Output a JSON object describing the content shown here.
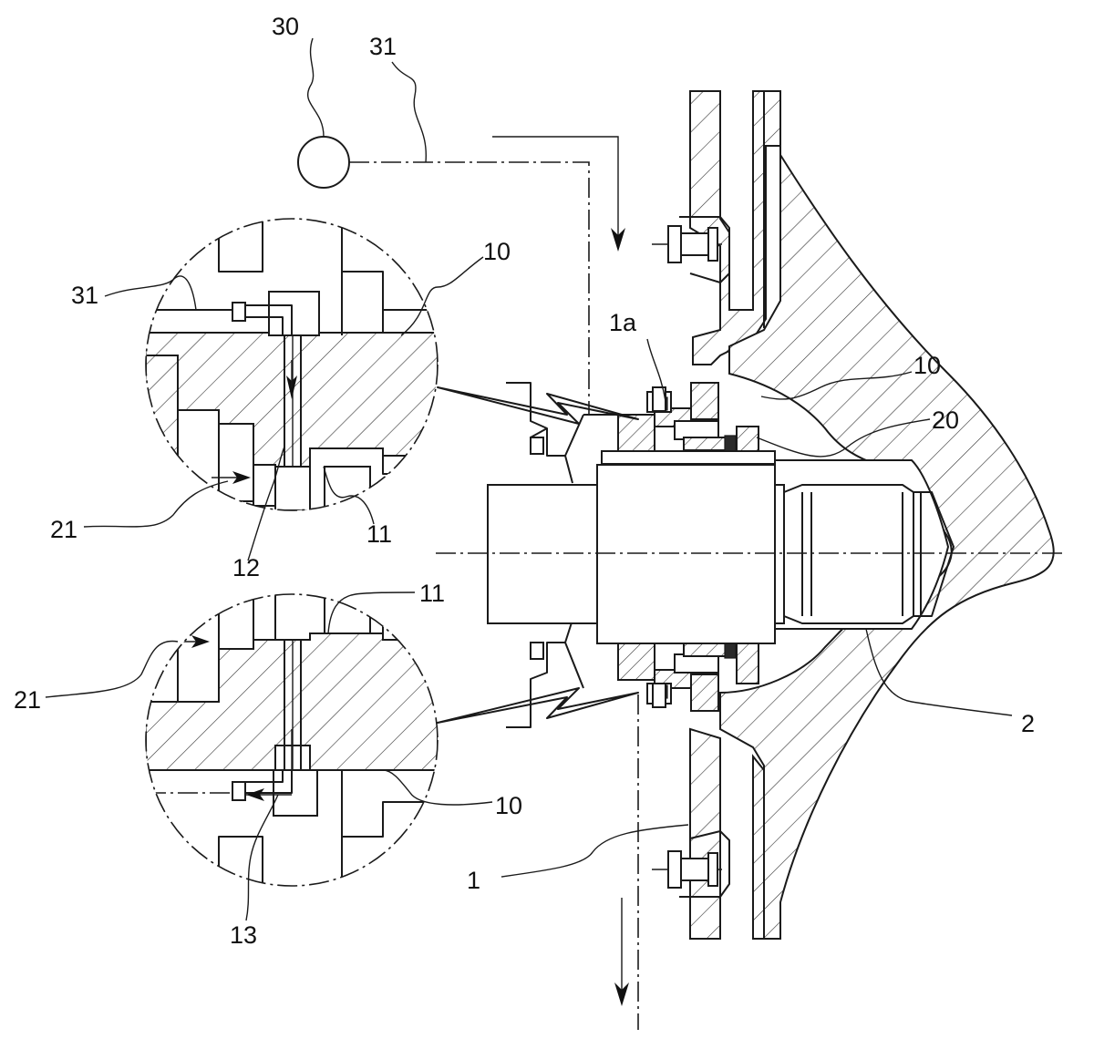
{
  "labels": {
    "l30": "30",
    "l31_top": "31",
    "l31_detail": "31",
    "l10_detail_top": "10",
    "l1a": "1a",
    "l10_main": "10",
    "l20": "20",
    "l21_top": "21",
    "l12": "12",
    "l11_top": "11",
    "l11_bottom": "11",
    "l21_bottom": "21",
    "l2": "2",
    "l10_detail_bottom": "10",
    "l1": "1",
    "l13": "13"
  }
}
